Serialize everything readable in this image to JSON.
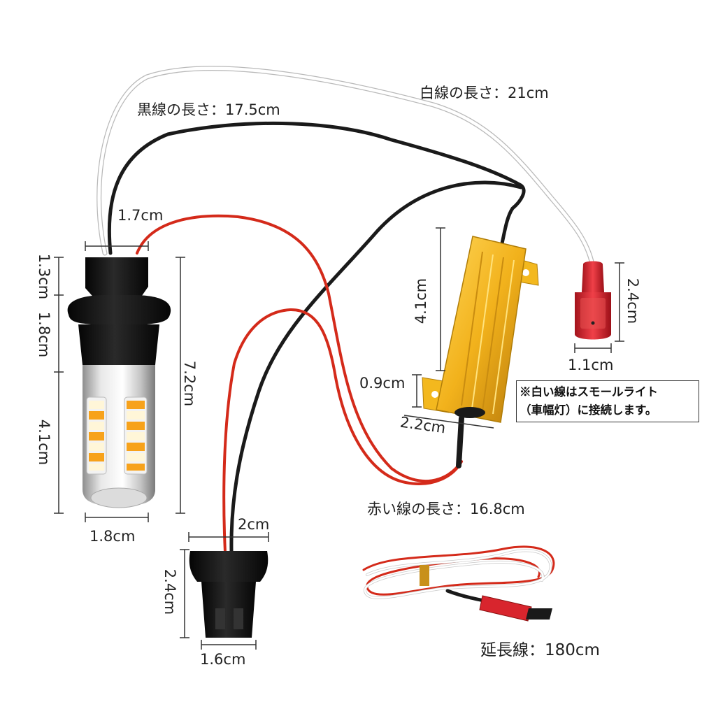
{
  "labels": {
    "black_wire_length": "黒線の長さ：17.5cm",
    "white_wire_length": "白線の長さ：21cm",
    "red_wire_length": "赤い線の長さ：16.8cm",
    "extension_wire": "延長線：180cm"
  },
  "dimensions": {
    "bulb_top_width": "1.7cm",
    "bulb_seg1": "1.3cm",
    "bulb_seg2": "1.8cm",
    "bulb_seg3": "4.1cm",
    "bulb_total": "7.2cm",
    "bulb_width": "1.8cm",
    "resistor_length": "4.1cm",
    "resistor_height": "0.9cm",
    "resistor_width": "2.2cm",
    "terminal_height": "2.4cm",
    "terminal_width": "1.1cm",
    "socket_top": "2cm",
    "socket_height": "2.4cm",
    "socket_width": "1.6cm"
  },
  "note": {
    "line1": "※白い線はスモールライト",
    "line2": "（車幅灯）に接続します。"
  },
  "colors": {
    "wire_white": "#ffffff",
    "wire_black": "#1a1a1a",
    "wire_red": "#d42a1a",
    "resistor_gold": "#f0b21c",
    "terminal_red": "#d8252d",
    "led_amber": "#f7a21b",
    "led_white": "#fff6d8"
  }
}
